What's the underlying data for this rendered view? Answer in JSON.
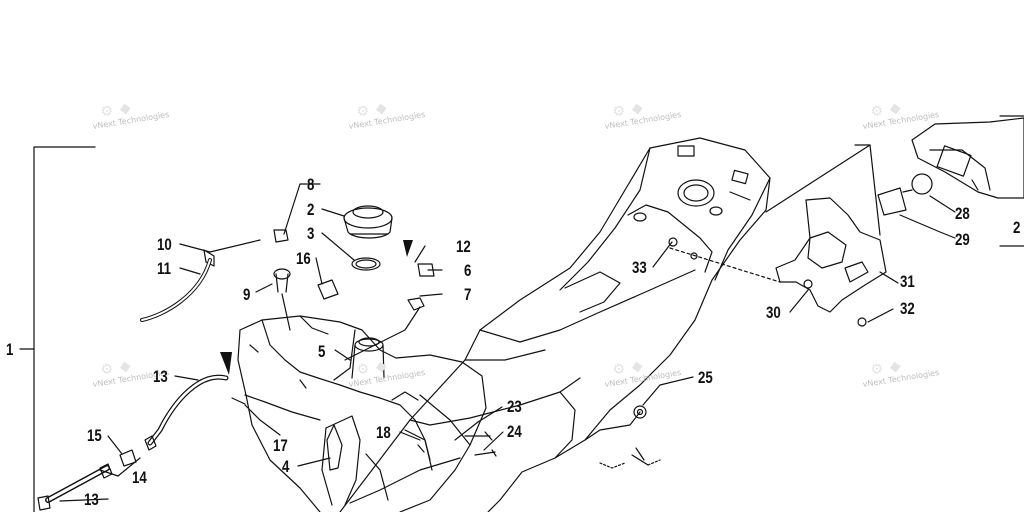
{
  "diagram": {
    "watermark_text": "vNext Technologies",
    "callouts": [
      {
        "id": "c1",
        "label": "1"
      },
      {
        "id": "c2a",
        "label": "2"
      },
      {
        "id": "c2b",
        "label": "2"
      },
      {
        "id": "c3",
        "label": "3"
      },
      {
        "id": "c4",
        "label": "4"
      },
      {
        "id": "c5",
        "label": "5"
      },
      {
        "id": "c6",
        "label": "6"
      },
      {
        "id": "c7",
        "label": "7"
      },
      {
        "id": "c8",
        "label": "8"
      },
      {
        "id": "c9",
        "label": "9"
      },
      {
        "id": "c10",
        "label": "10"
      },
      {
        "id": "c11",
        "label": "11"
      },
      {
        "id": "c12",
        "label": "12"
      },
      {
        "id": "c13a",
        "label": "13"
      },
      {
        "id": "c13b",
        "label": "13"
      },
      {
        "id": "c14",
        "label": "14"
      },
      {
        "id": "c15",
        "label": "15"
      },
      {
        "id": "c16",
        "label": "16"
      },
      {
        "id": "c17",
        "label": "17"
      },
      {
        "id": "c18",
        "label": "18"
      },
      {
        "id": "c23",
        "label": "23"
      },
      {
        "id": "c24",
        "label": "24"
      },
      {
        "id": "c25",
        "label": "25"
      },
      {
        "id": "c28",
        "label": "28"
      },
      {
        "id": "c29",
        "label": "29"
      },
      {
        "id": "c30",
        "label": "30"
      },
      {
        "id": "c31",
        "label": "31"
      },
      {
        "id": "c32",
        "label": "32"
      },
      {
        "id": "c33",
        "label": "33"
      }
    ]
  }
}
